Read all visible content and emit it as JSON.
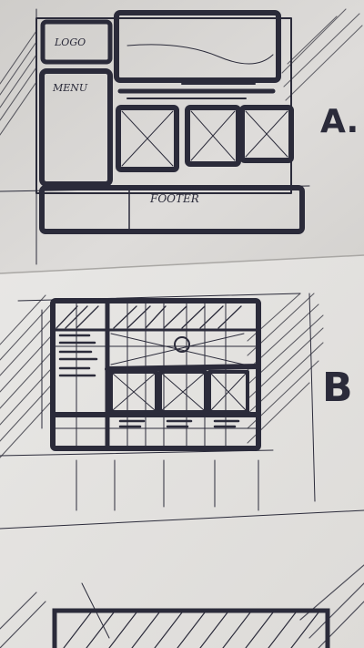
{
  "scene": {
    "description_labels": {
      "sketch_a": "A.",
      "sketch_b": "B",
      "box_logo": "LOGO",
      "box_menu": "MENU",
      "box_footer": "FOOTER"
    },
    "colors": {
      "paper_top": "#d9d8d6",
      "paper_bottom": "#e5e4e2",
      "ink": "#2b2b3a",
      "pencil": "#3b3b45"
    }
  }
}
